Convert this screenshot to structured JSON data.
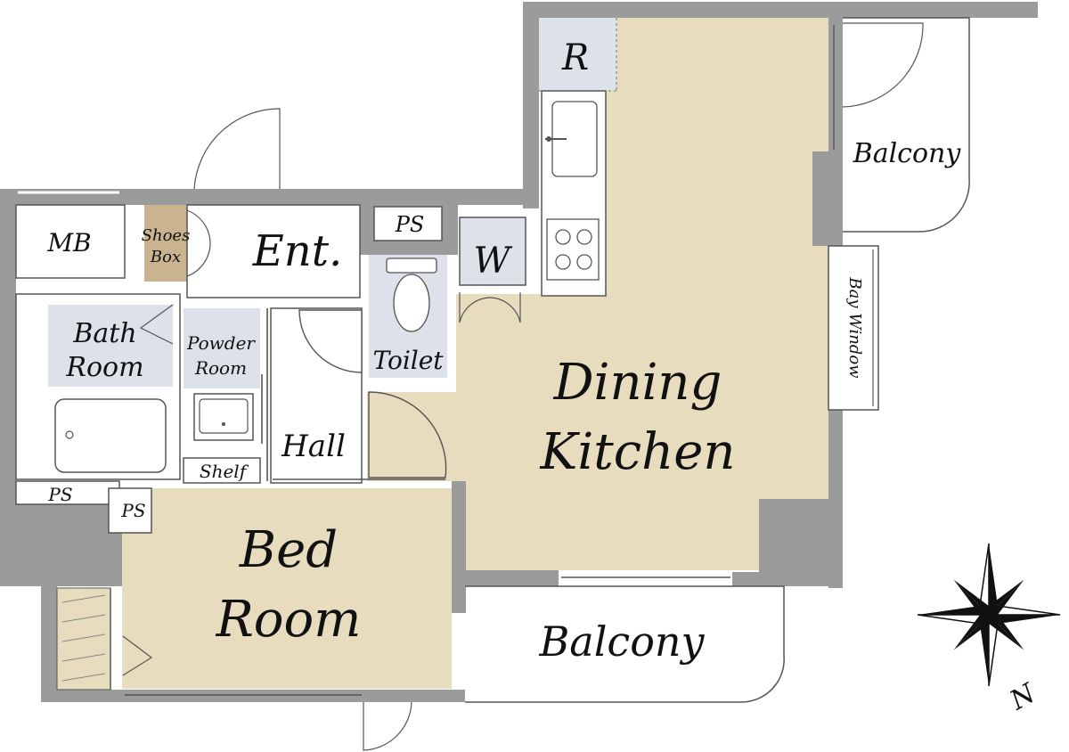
{
  "rooms": {
    "dining_kitchen": {
      "line1": "Dining",
      "line2": "Kitchen"
    },
    "bed_room": {
      "line1": "Bed",
      "line2": "Room"
    },
    "balcony_east": "Balcony",
    "balcony_south": "Balcony",
    "bay_window": "Bay Window",
    "entrance": "Ent.",
    "hall": "Hall",
    "toilet": "Toilet",
    "washer": "W",
    "refrigerator": "R",
    "meter_box": "MB",
    "shoes_box": {
      "line1": "Shoes",
      "line2": "Box"
    },
    "bath_room": {
      "line1": "Bath",
      "line2": "Room"
    },
    "powder_room": {
      "line1": "Powder",
      "line2": "Room"
    },
    "shelf": "Shelf",
    "ps_top": "PS",
    "ps_left": "PS",
    "ps_small": "PS"
  },
  "compass": {
    "north_label": "N"
  },
  "colors": {
    "floor_wood": "#e8dcbf",
    "wet_area": "#dde1ea",
    "shoes_box": "#c9b48f",
    "wall": "#9b9b9b"
  }
}
